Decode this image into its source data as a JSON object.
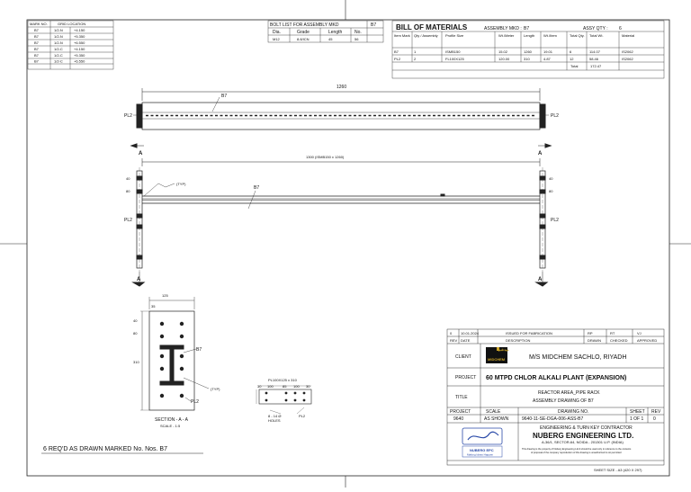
{
  "grid_table": {
    "headers": [
      "MARK NO.",
      "GRID LOCATION"
    ],
    "rows": [
      [
        "B7",
        "1/2-N",
        "+4.150"
      ],
      [
        "B7",
        "1/2-N",
        "+5.350"
      ],
      [
        "B7",
        "1/2-N",
        "+6.550"
      ],
      [
        "B7",
        "1/2-C",
        "+4.150"
      ],
      [
        "B7",
        "1/2-C",
        "+5.350"
      ],
      [
        "B7",
        "1/2-C",
        "+6.550"
      ]
    ]
  },
  "bolt_list": {
    "title": "BOLT LIST FOR ASSEMBLY MKD",
    "mark": "B7",
    "headers": [
      "Dia.",
      "Grade",
      "Length",
      "No."
    ],
    "row": [
      "M12",
      "8.8/ICN",
      "45",
      "56"
    ]
  },
  "bom": {
    "title": "BILL OF MATERIALS",
    "assembly_label": "ASSEMBLY MKD :",
    "assembly": "B7",
    "qty_label": "ASSY QTY :",
    "qty": "6",
    "headers": [
      "Item Mark",
      "Qty / Assembly",
      "Profile Size",
      "Wt./Meter",
      "Length",
      "Wt./Item",
      "Total Qty.",
      "Total Wt.",
      "Material"
    ],
    "rows": [
      [
        "B7",
        "1",
        "ISMB150",
        "15.02",
        "1260",
        "19.01",
        "6",
        "114.07",
        "IS2062"
      ],
      [
        "PL2",
        "2",
        "FL100X125",
        "120.00",
        "310",
        "4.87",
        "12",
        "58.46",
        "IS2062"
      ]
    ],
    "total_label": "Total",
    "total": "172.47"
  },
  "drawing": {
    "dim_top": "1260",
    "dim_beam": "1300 (ISMB150 x 1260)",
    "mark_b7": "B7",
    "pl2": "PL2",
    "section_a": "A",
    "typ": "(TYP)",
    "dim_40": "40",
    "dim_125": "125",
    "dim_35": "35",
    "dim_80": "80",
    "dim_310": "310",
    "section_title": "SECTION - A - A",
    "section_scale": "SCALE - 1:5",
    "plate_title": "PL100X125 x 310",
    "plate_dims": [
      "30",
      "100",
      "85",
      "100",
      "30"
    ],
    "holes": "8 - 14 Ø",
    "holes2": "HOLES",
    "req_note": "6 REQ'D AS DRAWN MARKED No. Nos. B7"
  },
  "title_block": {
    "rev_row": [
      "0",
      "10.01.2024",
      "ISSUED FOR FABRICATION",
      "RP",
      "RT",
      "VJ"
    ],
    "rev_headers": [
      "REV",
      "DATE",
      "DESCRIPTION",
      "DRAWN",
      "CHECKED",
      "APPROVED"
    ],
    "client_label": "CLIENT",
    "client_logo_arabic": "ميدشم",
    "client_logo_text": "MIDCHEM",
    "client": "M/S MIDCHEM SACHLO, RIYADH",
    "project_label": "PROJECT",
    "project": "60 MTPD CHLOR ALKALI PLANT (EXPANSION)",
    "title_label": "TITLE",
    "title_line1": "REACTOR AREA_PIPE RACK",
    "title_line2": "ASSEMBLY DRAWING OF B7",
    "info_headers": [
      "PROJECT",
      "SCALE",
      "DRAWING NO.",
      "SHEET",
      "REV"
    ],
    "info_values": [
      "9640",
      "AS SHOWN",
      "9640-11-SE-DGA-006-ASS-B7",
      "1 OF 1",
      "0"
    ],
    "contractor_tag": "ENGINEERING & TURN KEY CONTRACTOR",
    "company": "NUBERG ENGINEERING LTD.",
    "address": "A-36/1, SECTOR-64, NOIDA - 201301 U.P. (INDIA)",
    "disclaimer1": "This drawing is the property of Nuberg Engineering Ltd & should be used only in reference to the contents",
    "disclaimer2": "of proposal of the company reproduction of this drawing is unauthorized & not permitted",
    "logo_name": "NUBERG EPC",
    "logo_tag": "Making Ideas Happen",
    "sheet_size": "SHEET SIZE - A3 (420 X 297)"
  },
  "colors": {
    "line": "#222222",
    "logo_blue": "#2a4aa8",
    "midchem_gold": "#c9a227"
  }
}
